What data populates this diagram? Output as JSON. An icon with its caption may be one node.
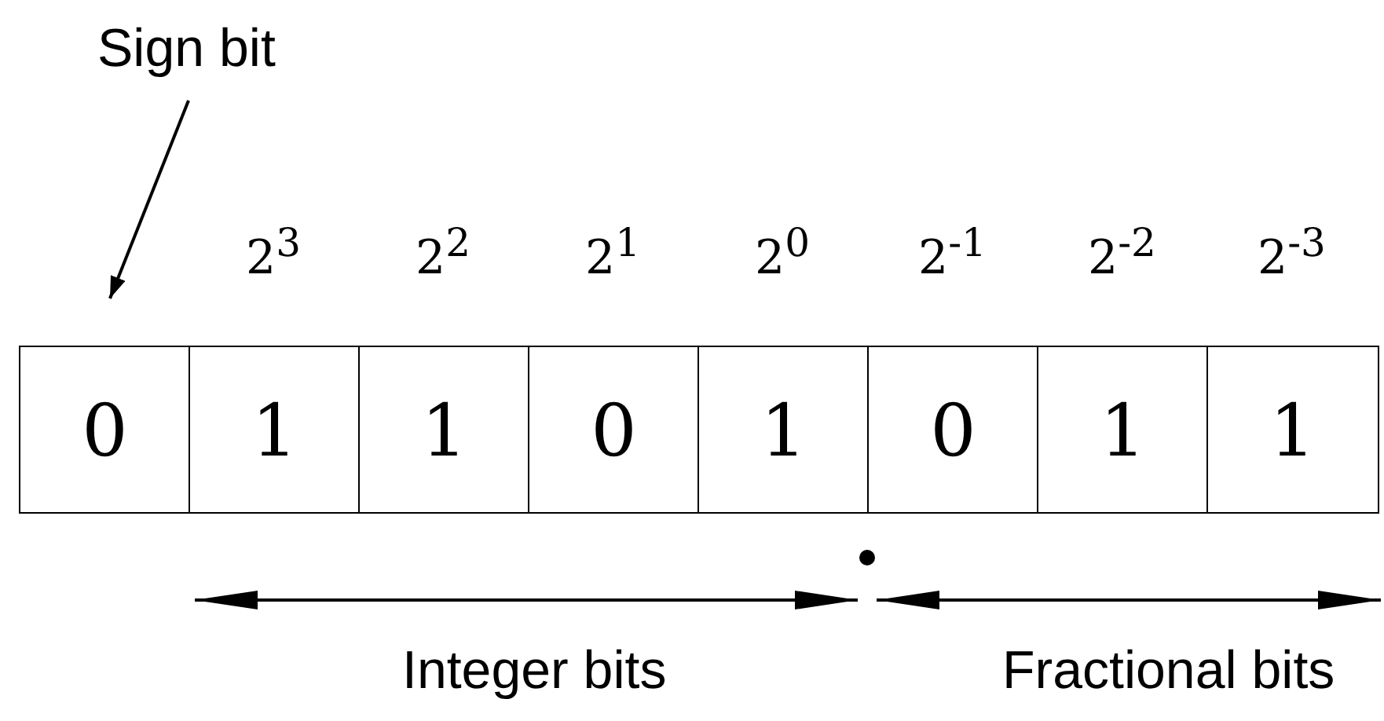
{
  "diagram": {
    "nodes": [
      {
        "text": [
          "Sign bit"
        ]
      },
      {
        "text": [
          "0"
        ]
      },
      {
        "text": [
          "1"
        ]
      },
      {
        "text": [
          "1"
        ]
      },
      {
        "text": [
          "0"
        ]
      },
      {
        "text": [
          "1"
        ]
      },
      {
        "text": [
          "0"
        ]
      },
      {
        "text": [
          "1"
        ]
      },
      {
        "text": [
          "1"
        ]
      }
    ],
    "edges": [
      {
        "from": 0,
        "to": 1,
        "arrow": "to"
      }
    ],
    "labels": [
      "2$^{3}$",
      "2$^{2}$",
      "2$^{1}$",
      "2$^{0}$",
      "2$^{-1}$",
      "2$^{-2}$",
      "2$^{-3}$",
      "Integer bits",
      "Fractional bits"
    ]
  }
}
